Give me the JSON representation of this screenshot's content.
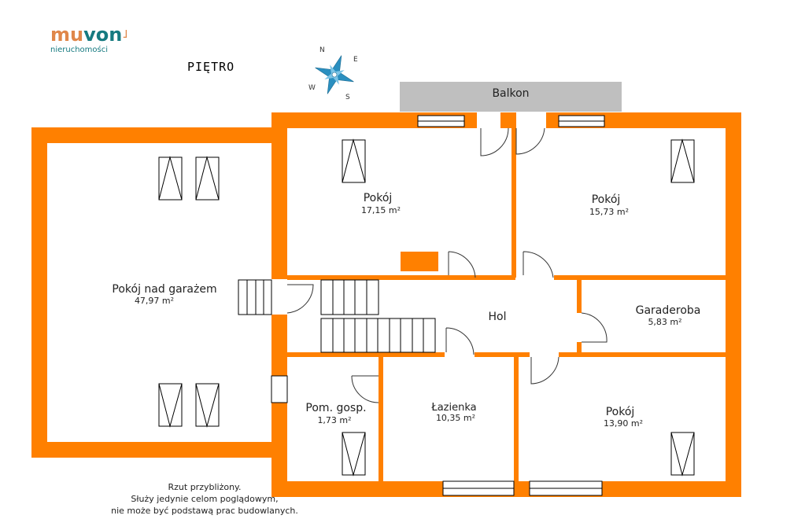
{
  "logo": {
    "part1": "mu",
    "part2": "von",
    "tagline": "nieruchomości"
  },
  "title": "PIĘTRO",
  "compass": {
    "n": "N",
    "e": "E",
    "s": "S",
    "w": "W"
  },
  "balcony": "Balkon",
  "rooms": [
    {
      "name": "Pokój nad garażem",
      "area": "47,97 m²"
    },
    {
      "name": "Pokój",
      "area": "17,15 m²"
    },
    {
      "name": "Pokój",
      "area": "15,73 m²"
    },
    {
      "name": "Hol",
      "area": ""
    },
    {
      "name": "Garaderoba",
      "area": "5,83 m²"
    },
    {
      "name": "Pom. gosp.",
      "area": "1,73 m²"
    },
    {
      "name": "Łazienka",
      "area": "10,35 m²"
    },
    {
      "name": "Pokój",
      "area": "13,90 m²"
    }
  ],
  "note": [
    "Rzut przybliżony.",
    "Służy jedynie celom poglądowym,",
    "nie może być podstawą prac budowlanych."
  ],
  "colors": {
    "wall": "#ff8000",
    "balcony": "#bfbfbf",
    "brand_orange": "#e0874a",
    "brand_teal": "#167a80",
    "compass": "#2a8fc0"
  }
}
